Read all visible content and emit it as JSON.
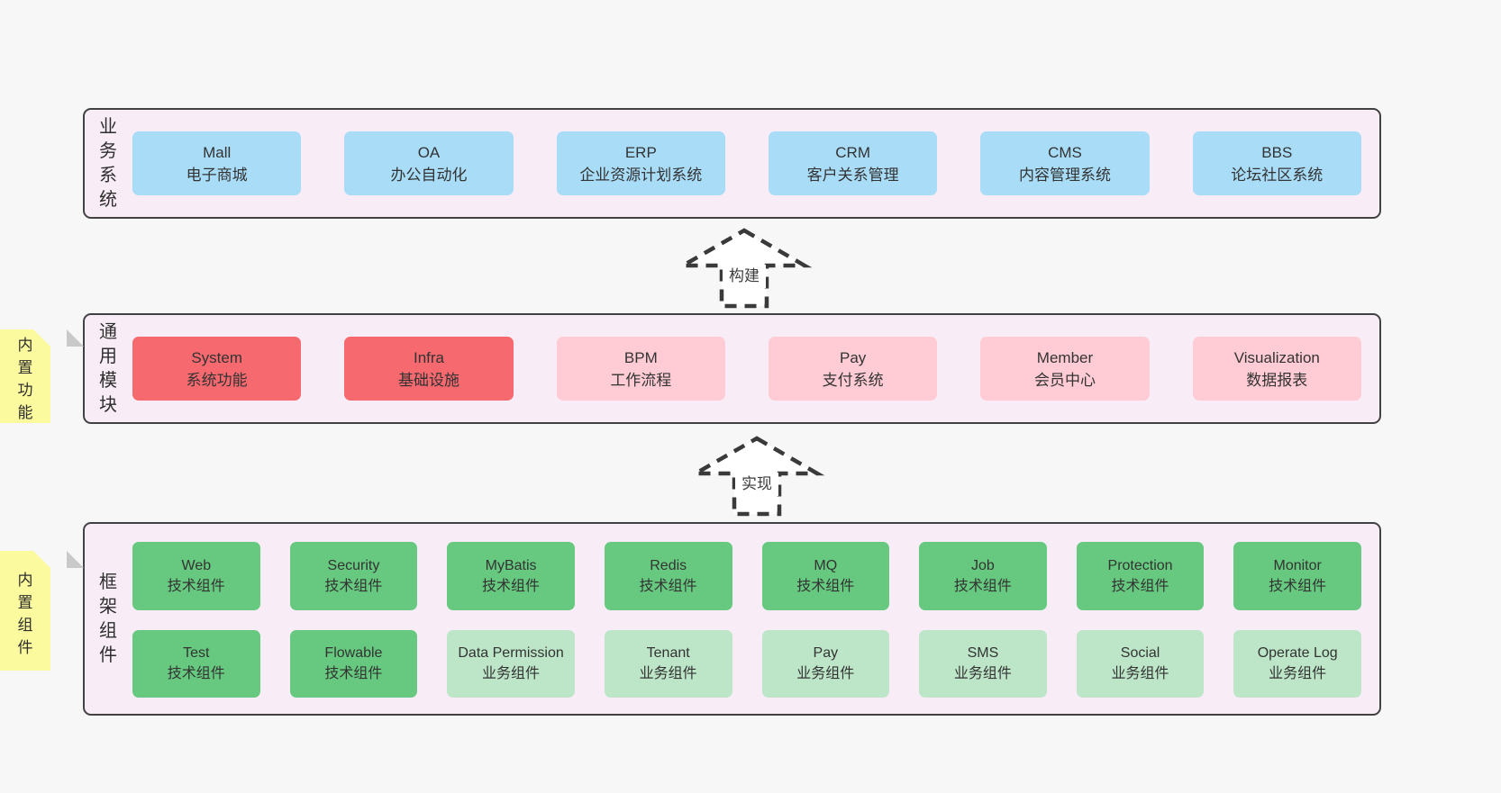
{
  "colors": {
    "page_bg": "#f7f7f7",
    "layer_bg": "#f8edf6",
    "border": "#424242",
    "text": "#333333",
    "blue": "#a9dcf7",
    "red": "#f5696f",
    "pink": "#ffccd5",
    "green": "#66c97f",
    "light_green": "#bde6c8",
    "note_yellow": "#fbfa9e",
    "fold_gray": "#c9c9c9",
    "arrow_stroke": "#3a3a3a",
    "arrow_fill": "#ffffff"
  },
  "layers": [
    {
      "id": "business-systems",
      "label": "业务系统",
      "boxes": [
        {
          "name": "Mall",
          "desc": "电子商城",
          "color": "blue"
        },
        {
          "name": "OA",
          "desc": "办公自动化",
          "color": "blue"
        },
        {
          "name": "ERP",
          "desc": "企业资源计划系统",
          "color": "blue"
        },
        {
          "name": "CRM",
          "desc": "客户关系管理",
          "color": "blue"
        },
        {
          "name": "CMS",
          "desc": "内容管理系统",
          "color": "blue"
        },
        {
          "name": "BBS",
          "desc": "论坛社区系统",
          "color": "blue"
        }
      ]
    },
    {
      "id": "common-modules",
      "label": "通用模块",
      "note": "内置功能",
      "boxes": [
        {
          "name": "System",
          "desc": "系统功能",
          "color": "red"
        },
        {
          "name": "Infra",
          "desc": "基础设施",
          "color": "red"
        },
        {
          "name": "BPM",
          "desc": "工作流程",
          "color": "pink"
        },
        {
          "name": "Pay",
          "desc": "支付系统",
          "color": "pink"
        },
        {
          "name": "Member",
          "desc": "会员中心",
          "color": "pink"
        },
        {
          "name": "Visualization",
          "desc": "数据报表",
          "color": "pink"
        }
      ]
    },
    {
      "id": "framework-components",
      "label": "框架组件",
      "note": "内置组件",
      "boxes": [
        {
          "name": "Web",
          "desc": "技术组件",
          "color": "green"
        },
        {
          "name": "Security",
          "desc": "技术组件",
          "color": "green"
        },
        {
          "name": "MyBatis",
          "desc": "技术组件",
          "color": "green"
        },
        {
          "name": "Redis",
          "desc": "技术组件",
          "color": "green"
        },
        {
          "name": "MQ",
          "desc": "技术组件",
          "color": "green"
        },
        {
          "name": "Job",
          "desc": "技术组件",
          "color": "green"
        },
        {
          "name": "Protection",
          "desc": "技术组件",
          "color": "green"
        },
        {
          "name": "Monitor",
          "desc": "技术组件",
          "color": "green"
        },
        {
          "name": "Test",
          "desc": "技术组件",
          "color": "green"
        },
        {
          "name": "Flowable",
          "desc": "技术组件",
          "color": "green"
        },
        {
          "name": "Data Permission",
          "desc": "业务组件",
          "color": "light_green"
        },
        {
          "name": "Tenant",
          "desc": "业务组件",
          "color": "light_green"
        },
        {
          "name": "Pay",
          "desc": "业务组件",
          "color": "light_green"
        },
        {
          "name": "SMS",
          "desc": "业务组件",
          "color": "light_green"
        },
        {
          "name": "Social",
          "desc": "业务组件",
          "color": "light_green"
        },
        {
          "name": "Operate Log",
          "desc": "业务组件",
          "color": "light_green"
        }
      ]
    }
  ],
  "arrows": [
    {
      "label": "构建"
    },
    {
      "label": "实现"
    }
  ]
}
